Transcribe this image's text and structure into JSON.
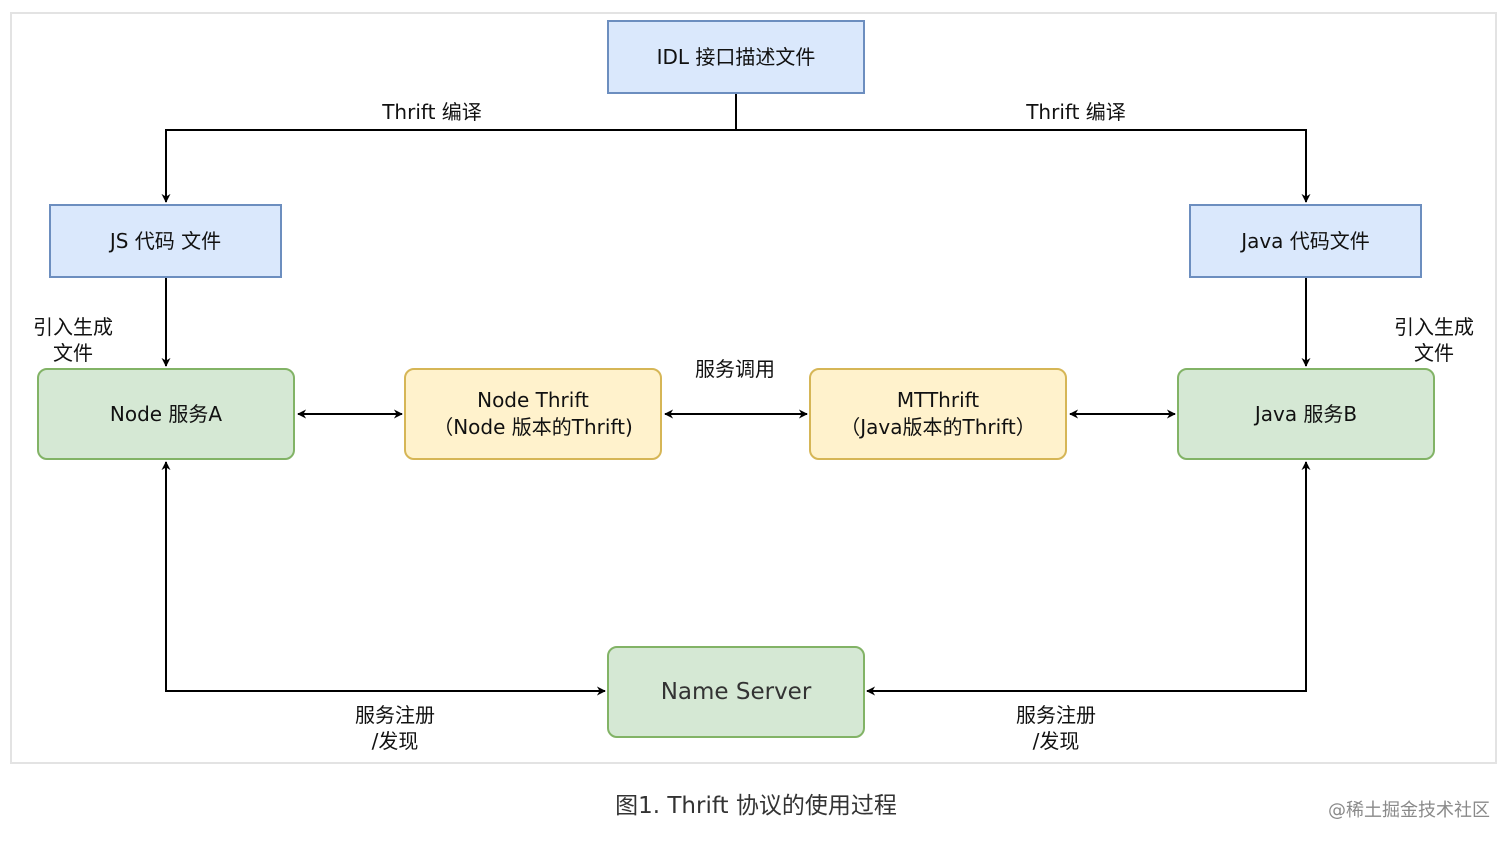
{
  "nodes": {
    "idl": "IDL 接口描述文件",
    "js_code": "JS 代码 文件",
    "java_code": "Java 代码文件",
    "node_service": "Node 服务A",
    "node_thrift": [
      "Node Thrift",
      "（Node 版本的Thrift)"
    ],
    "mtthrift": [
      "MTThrift",
      "（Java版本的Thrift）"
    ],
    "java_service": "Java 服务B",
    "name_server": "Name Server"
  },
  "edge_labels": {
    "thrift_compile_left": "Thrift 编译",
    "thrift_compile_right": "Thrift 编译",
    "import_left": [
      "引入生成",
      "文件"
    ],
    "import_right": [
      "引入生成",
      "文件"
    ],
    "service_call": "服务调用",
    "register_left": [
      "服务注册",
      "/发现"
    ],
    "register_right": [
      "服务注册",
      "/发现"
    ]
  },
  "caption": "图1. Thrift 协议的使用过程",
  "watermark": "@稀土掘金技术社区",
  "colors": {
    "blue_fill": "#dae8fc",
    "blue_stroke": "#6c8ebf",
    "green_fill": "#d5e8d4",
    "green_stroke": "#82b366",
    "yellow_fill": "#fff2cc",
    "yellow_stroke": "#d6b656"
  }
}
